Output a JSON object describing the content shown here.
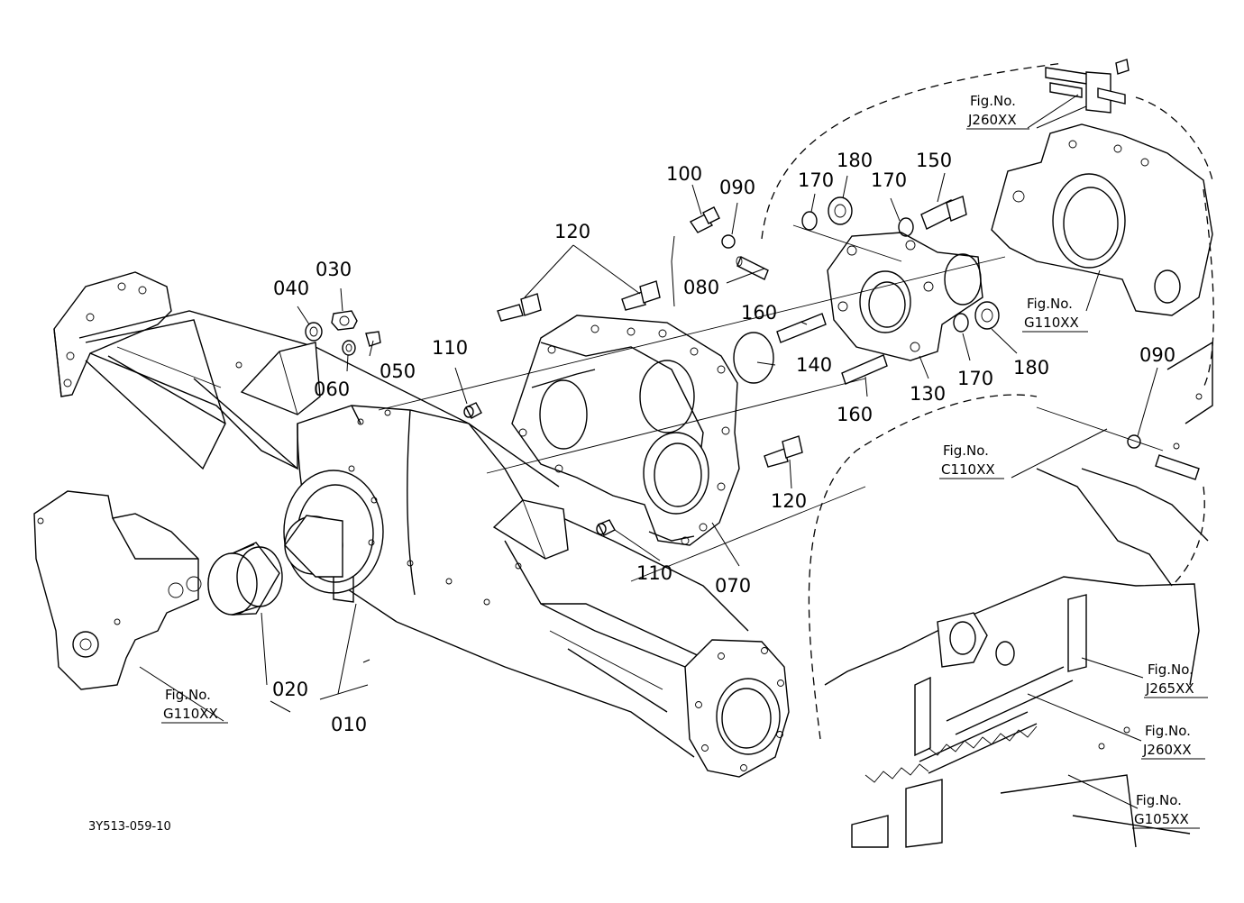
{
  "drawing_number": "3Y513-059-10",
  "callouts": {
    "c010": "010",
    "c020": "020",
    "c030": "030",
    "c040": "040",
    "c050": "050",
    "c060": "060",
    "c070": "070",
    "c080": "080",
    "c090a": "090",
    "c090b": "090",
    "c100": "100",
    "c110a": "110",
    "c110b": "110",
    "c120a": "120",
    "c120b": "120",
    "c130": "130",
    "c140": "140",
    "c150": "150",
    "c160a": "160",
    "c160b": "160",
    "c170a": "170",
    "c170b": "170",
    "c170c": "170",
    "c180a": "180",
    "c180b": "180"
  },
  "figure_refs": {
    "j260_top": {
      "label": "Fig.No.",
      "code": "J260XX"
    },
    "g110_right": {
      "label": "Fig.No.",
      "code": "G110XX"
    },
    "c110": {
      "label": "Fig.No.",
      "code": "C110XX"
    },
    "g110_left": {
      "label": "Fig.No.",
      "code": "G110XX"
    },
    "j265": {
      "label": "Fig.No.",
      "code": "J265XX"
    },
    "j260_bottom": {
      "label": "Fig.No.",
      "code": "J260XX"
    },
    "g105": {
      "label": "Fig.No.",
      "code": "G105XX"
    }
  }
}
